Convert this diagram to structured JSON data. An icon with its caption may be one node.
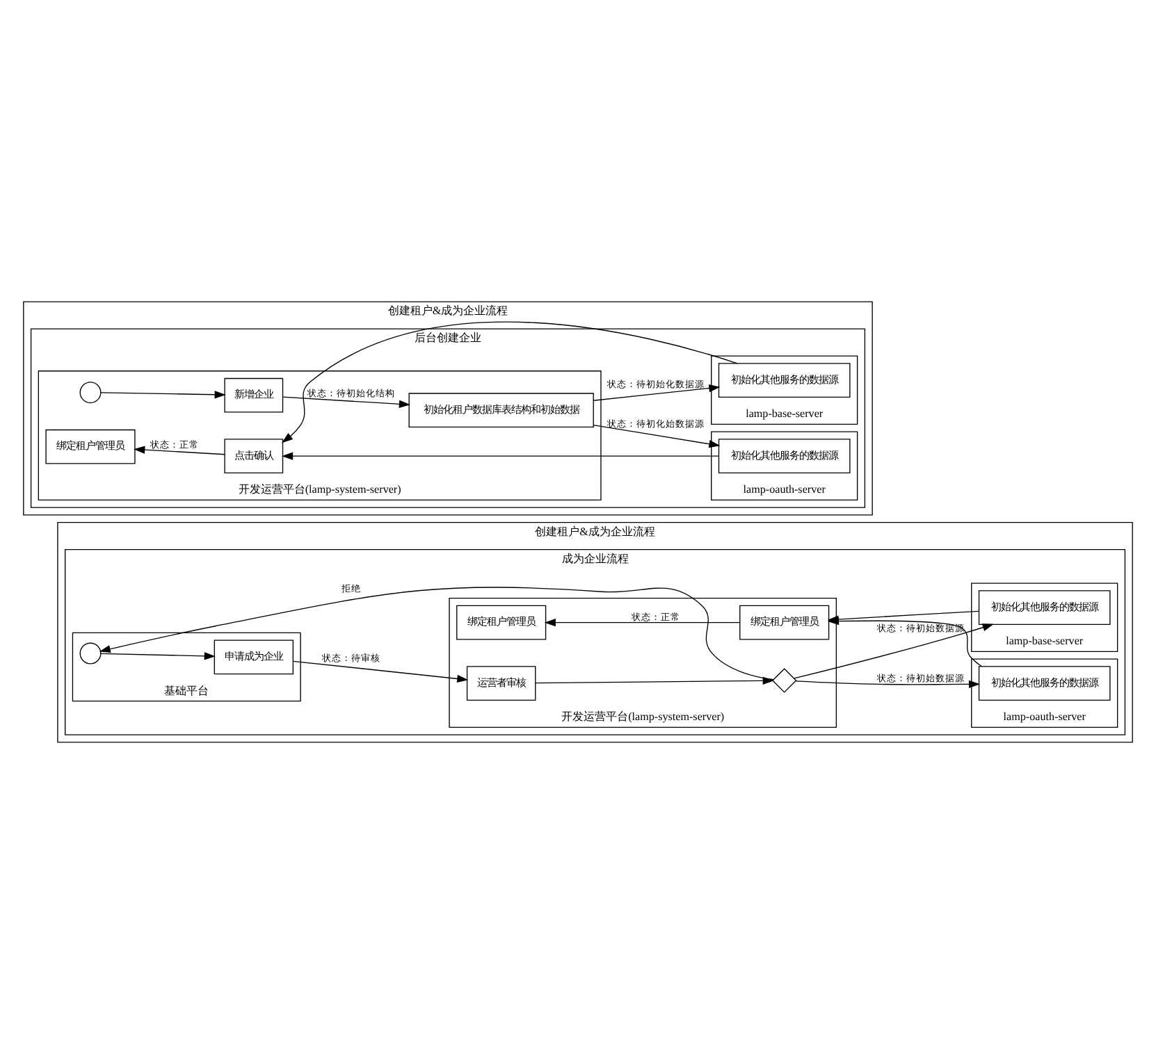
{
  "diagram": {
    "nodes": [
      {
        "text": [
          "创建租户&成为企业流程"
        ]
      },
      {
        "text": [
          "后台创建企业"
        ],
        "in": 0
      },
      {
        "text": [
          "开发运营平台(lamp-system-server)"
        ],
        "in": 1
      },
      {
        "text": [
          "lamp-oauth-server"
        ],
        "in": 1
      },
      {
        "text": [
          "lamp-base-server"
        ],
        "in": 1
      },
      {
        "text": [],
        "shape": "circle",
        "in": 2
      },
      {
        "text": [
          "新增企业"
        ],
        "in": 2
      },
      {
        "text": [
          "初始化租户数据库表结构和初始数据"
        ],
        "in": 2
      },
      {
        "text": [
          "点击确认"
        ],
        "in": 2
      },
      {
        "text": [
          "绑定租户管理员"
        ],
        "in": 2
      },
      {
        "text": [
          "初始化其他服务的数据源"
        ],
        "in": 3
      },
      {
        "text": [
          "初始化其他服务的数据源"
        ],
        "in": 4
      },
      {
        "text": [
          "创建租户&成为企业流程"
        ]
      },
      {
        "text": [
          "成为企业流程"
        ],
        "in": 12
      },
      {
        "text": [
          "基础平台"
        ],
        "in": 13
      },
      {
        "text": [
          "开发运营平台(lamp-system-server)"
        ],
        "in": 13
      },
      {
        "text": [
          "lamp-oauth-server"
        ],
        "in": 13
      },
      {
        "text": [
          "lamp-base-server"
        ],
        "in": 13
      },
      {
        "text": [],
        "shape": "circle",
        "in": 14
      },
      {
        "text": [
          "申请成为企业"
        ],
        "in": 14
      },
      {
        "text": [
          "运营者审核"
        ],
        "in": 15
      },
      {
        "text": [],
        "shape": "diamond",
        "in": 15
      },
      {
        "text": [
          "绑定租户管理员"
        ],
        "in": 15
      },
      {
        "text": [
          "绑定租户管理员"
        ],
        "in": 15
      },
      {
        "text": [
          "初始化其他服务的数据源"
        ],
        "in": 16
      },
      {
        "text": [
          "初始化其他服务的数据源"
        ],
        "in": 17
      }
    ],
    "edges": [
      {
        "from": 5,
        "to": 6,
        "arrow": "to"
      },
      {
        "from": 6,
        "to": 7,
        "arrow": "to",
        "label": "状态：待初始化结构"
      },
      {
        "from": 7,
        "to": 10,
        "arrow": "to",
        "label": "状态：待初化始数据源"
      },
      {
        "from": 7,
        "to": 11,
        "arrow": "to",
        "label": "状态：待初始化数据源"
      },
      {
        "from": 10,
        "to": 8,
        "arrow": "to"
      },
      {
        "from": 11,
        "to": 8,
        "arrow": "to"
      },
      {
        "from": 8,
        "to": 9,
        "arrow": "to",
        "label": "状态：正常"
      },
      {
        "from": 18,
        "to": 19,
        "arrow": "to"
      },
      {
        "from": 19,
        "to": 20,
        "arrow": "to",
        "label": "状态：待审核"
      },
      {
        "from": 20,
        "to": 21,
        "arrow": "to"
      },
      {
        "from": 21,
        "to": 24,
        "arrow": "to",
        "label": "状态：待初始数据源"
      },
      {
        "from": 21,
        "to": 25,
        "arrow": "to",
        "label": "状态：待初始数据源"
      },
      {
        "from": 21,
        "to": 18,
        "arrow": "to",
        "label": "拒绝"
      },
      {
        "from": 24,
        "to": 23,
        "arrow": "to"
      },
      {
        "from": 25,
        "to": 23,
        "arrow": "to"
      },
      {
        "from": 23,
        "to": 22,
        "arrow": "to",
        "label": "状态：正常"
      }
    ]
  }
}
